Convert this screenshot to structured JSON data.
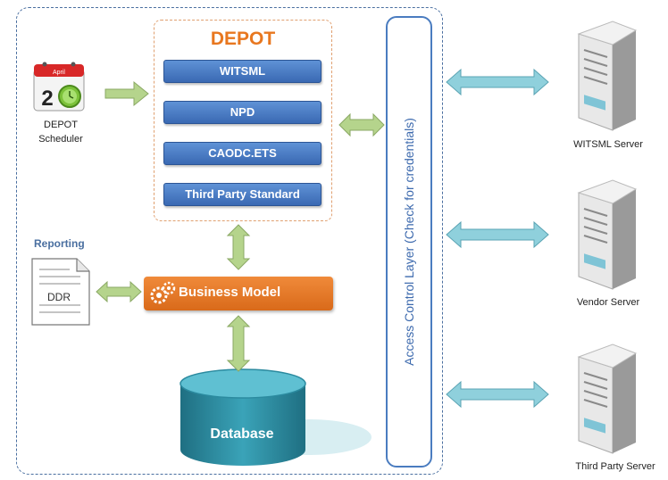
{
  "depot": {
    "title": "DEPOT",
    "standards": [
      "WITSML",
      "NPD",
      "CAODC.ETS",
      "Third Party Standard"
    ]
  },
  "scheduler": {
    "calendar_month": "April",
    "calendar_day": "2",
    "label_line1": "DEPOT",
    "label_line2": "Scheduler"
  },
  "reporting": {
    "title": "Reporting",
    "document_label": "DDR"
  },
  "business_model": {
    "label": "Business Model"
  },
  "database": {
    "label": "Database"
  },
  "access_control": {
    "label": "Access Control Layer (Check for credentials)"
  },
  "servers": [
    {
      "label": "WITSML Server"
    },
    {
      "label": "Vendor Server"
    },
    {
      "label": "Third Party Server"
    }
  ],
  "colors": {
    "depot_orange": "#e8771f",
    "standard_blue": "#3a69b3",
    "arrow_green": "#b5d48c",
    "arrow_cyan": "#8fd0dc",
    "database_teal": "#2b8a9f"
  }
}
